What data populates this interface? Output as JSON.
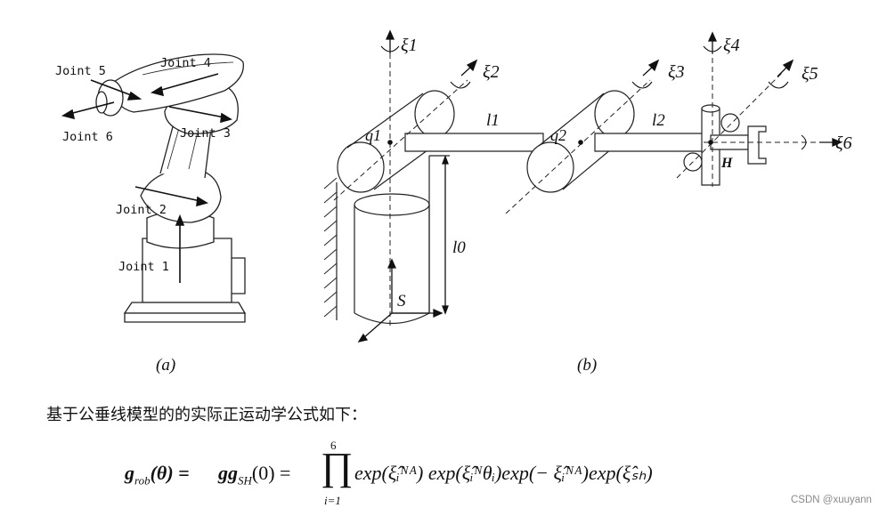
{
  "figure_a": {
    "joint_labels": [
      "Joint 1",
      "Joint 2",
      "Joint 3",
      "Joint 4",
      "Joint 5",
      "Joint 6"
    ],
    "caption": "(a)"
  },
  "figure_b": {
    "axis_labels": [
      "ξ1",
      "ξ2",
      "ξ3",
      "ξ4",
      "ξ5",
      "ξ6"
    ],
    "points": [
      "q1",
      "q2",
      "H",
      "S"
    ],
    "lengths": [
      "l0",
      "l1",
      "l2"
    ],
    "caption": "(b)"
  },
  "body_text": "基于公垂线模型的的实际正运动学公式如下：",
  "formula": {
    "lhs": "g",
    "lhs_sub": "rob",
    "lhs_arg": "(θ) =",
    "gg": "gg",
    "gg_sub": "SH",
    "gg_arg": "(0) =",
    "prod_upper": "6",
    "prod_lower": "i=1",
    "terms": "exp(ξ̂ᵢᴺᴬ) exp(ξ̂ᵢᴺθᵢ)exp(− ξ̂ᵢᴺᴬ)exp(ξ̂ₛₕ)"
  },
  "watermark": "CSDN @xuuyann"
}
